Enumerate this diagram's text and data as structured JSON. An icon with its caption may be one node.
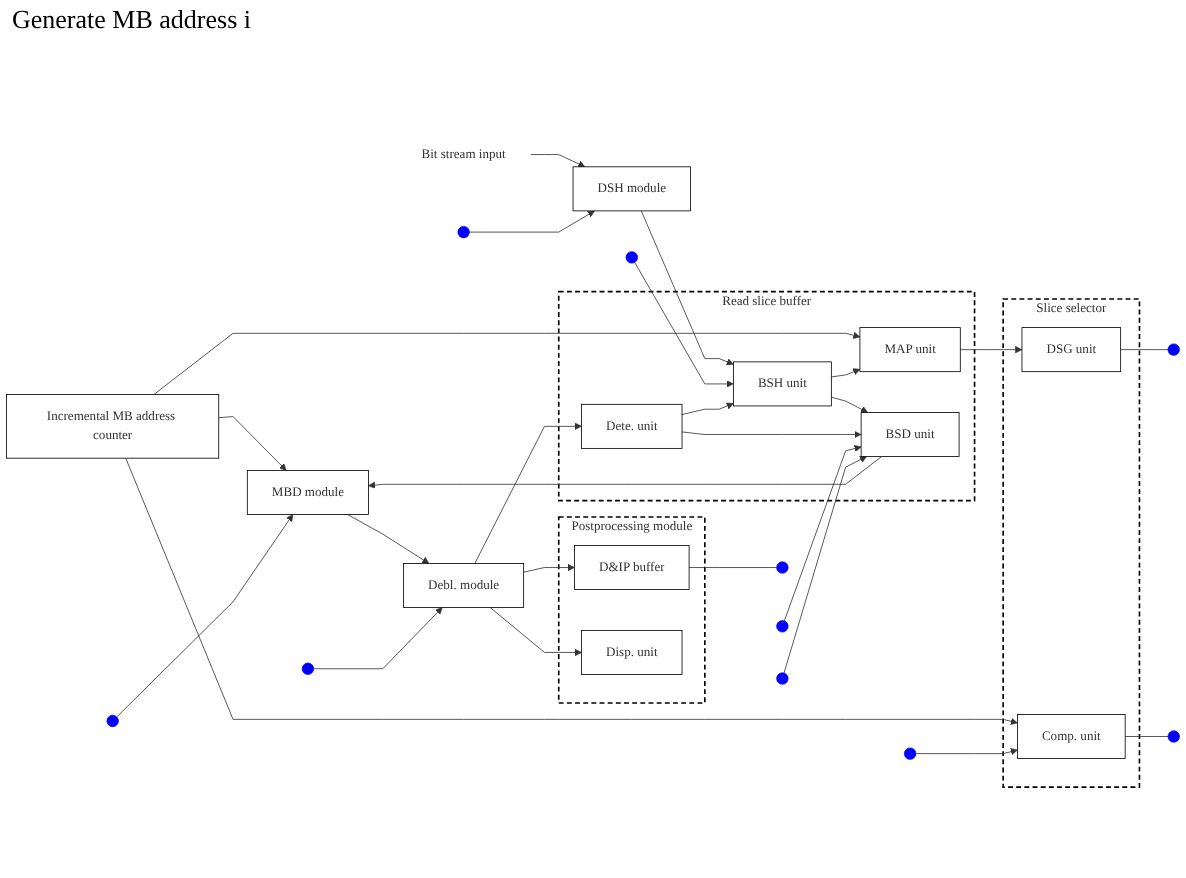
{
  "diagram": {
    "nodes": [
      {
        "text": [
          "Incremental MB address counter"
        ]
      },
      {
        "text": [
          "Bit stream input"
        ]
      },
      {
        "text": [
          "DSH module"
        ]
      },
      {
        "text": [
          "Read slice buffer"
        ]
      },
      {
        "text": [
          "BSH unit"
        ],
        "in": 3
      },
      {
        "text": [
          "MAP unit"
        ],
        "in": 3
      },
      {
        "text": [
          "BSD unit"
        ],
        "in": 3
      },
      {
        "text": [
          "Dete. unit"
        ],
        "in": 3
      },
      {
        "text": [
          "Slice selector"
        ]
      },
      {
        "text": [
          "DSG unit"
        ],
        "in": 8
      },
      {
        "text": [
          "Comp. unit"
        ],
        "in": 8
      },
      {
        "text": [
          "Postprocessing module"
        ]
      },
      {
        "text": [
          "D&IP buffer"
        ],
        "in": 11
      },
      {
        "text": [
          "Disp. unit"
        ],
        "in": 11
      },
      {
        "text": [
          "MBD module"
        ]
      },
      {
        "text": [
          "Debl. module"
        ]
      }
    ],
    "edges": [
      {
        "from": 1,
        "to": 2,
        "arrow": "to"
      },
      {
        "from": 2,
        "to": 4,
        "arrow": "to"
      },
      {
        "from": null,
        "to": 2,
        "arrow": "to"
      },
      {
        "from": null,
        "to": 4,
        "arrow": "to"
      },
      {
        "from": 0,
        "to": 5,
        "arrow": "to"
      },
      {
        "from": 0,
        "to": 10,
        "arrow": "to"
      },
      {
        "from": 0,
        "to": 14,
        "arrow": "to"
      },
      {
        "from": 4,
        "to": 5,
        "arrow": "to"
      },
      {
        "from": 4,
        "to": 6,
        "arrow": "to"
      },
      {
        "from": 7,
        "to": 4,
        "arrow": "to"
      },
      {
        "from": 7,
        "to": 6,
        "arrow": "to"
      },
      {
        "from": null,
        "to": 6,
        "arrow": "to"
      },
      {
        "from": null,
        "to": 10,
        "arrow": "to"
      },
      {
        "from": null,
        "to": 14,
        "arrow": "to"
      },
      {
        "from": null,
        "to": 6,
        "arrow": "to"
      },
      {
        "from": 5,
        "to": 9,
        "arrow": "to"
      },
      {
        "from": 9,
        "to": null,
        "arrow": "none"
      },
      {
        "from": 10,
        "to": null,
        "arrow": "none"
      },
      {
        "from": 6,
        "to": 14,
        "arrow": "to"
      },
      {
        "from": 14,
        "to": 15,
        "arrow": "to"
      },
      {
        "from": null,
        "to": 15,
        "arrow": "to"
      },
      {
        "from": 15,
        "to": 12,
        "arrow": "to"
      },
      {
        "from": 15,
        "to": 13,
        "arrow": "to"
      },
      {
        "from": 15,
        "to": 7,
        "arrow": "to"
      },
      {
        "from": 12,
        "to": null,
        "arrow": "none"
      }
    ],
    "labels": [
      "Generate MB address i"
    ]
  }
}
